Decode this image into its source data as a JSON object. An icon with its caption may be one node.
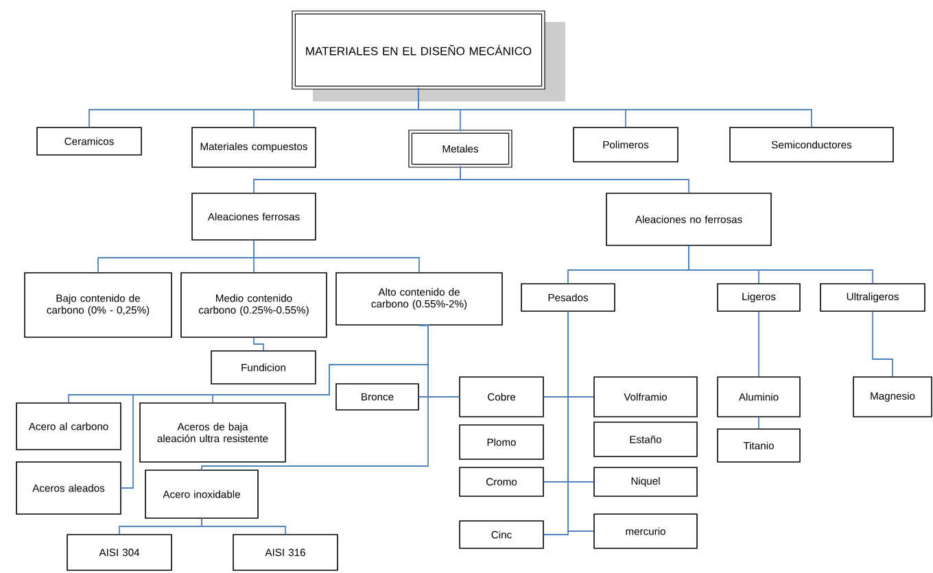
{
  "diagram": {
    "nodes": [
      {
        "text": [
          "MATERIALES EN EL DISEÑO MECÁNICO"
        ]
      },
      {
        "text": [
          "Ceramicos"
        ]
      },
      {
        "text": [
          "Materiales compuestos"
        ]
      },
      {
        "text": [
          "Metales"
        ]
      },
      {
        "text": [
          "Polimeros"
        ]
      },
      {
        "text": [
          "Semiconductores"
        ]
      },
      {
        "text": [
          "Aleaciones ferrosas"
        ]
      },
      {
        "text": [
          "Aleaciones no ferrosas"
        ]
      },
      {
        "text": [
          "Bajo contenido de carbono (0% - 0,25%)"
        ]
      },
      {
        "text": [
          "Medio contenido carbono (0.25%-0.55%)"
        ]
      },
      {
        "text": [
          "Alto contenido de carbono (0.55%-2%)"
        ]
      },
      {
        "text": [
          "Pesados"
        ]
      },
      {
        "text": [
          "Ligeros"
        ]
      },
      {
        "text": [
          "Ultraligeros"
        ]
      },
      {
        "text": [
          "Fundicion"
        ]
      },
      {
        "text": [
          "Bronce"
        ]
      },
      {
        "text": [
          "Acero al carbono"
        ]
      },
      {
        "text": [
          "Aceros de baja aleación ultra resistente"
        ]
      },
      {
        "text": [
          "Aceros aleados"
        ]
      },
      {
        "text": [
          "Acero inoxidable"
        ]
      },
      {
        "text": [
          "AISI 304"
        ]
      },
      {
        "text": [
          "AISI 316"
        ]
      },
      {
        "text": [
          "Cobre"
        ]
      },
      {
        "text": [
          "Plomo"
        ]
      },
      {
        "text": [
          "Cromo"
        ]
      },
      {
        "text": [
          "Cinc"
        ]
      },
      {
        "text": [
          "Volframio"
        ]
      },
      {
        "text": [
          "Estaño"
        ]
      },
      {
        "text": [
          "Niquel"
        ]
      },
      {
        "text": [
          "mercurio"
        ]
      },
      {
        "text": [
          "Aluminio"
        ]
      },
      {
        "text": [
          "Titanio"
        ]
      },
      {
        "text": [
          "Magnesio"
        ]
      }
    ],
    "edges": [
      {
        "from": 0,
        "to": 1,
        "arrow": "none"
      },
      {
        "from": 0,
        "to": 2,
        "arrow": "none"
      },
      {
        "from": 0,
        "to": 3,
        "arrow": "none"
      },
      {
        "from": 0,
        "to": 4,
        "arrow": "none"
      },
      {
        "from": 0,
        "to": 5,
        "arrow": "none"
      },
      {
        "from": 3,
        "to": 6,
        "arrow": "none"
      },
      {
        "from": 3,
        "to": 7,
        "arrow": "none"
      },
      {
        "from": 6,
        "to": 8,
        "arrow": "none"
      },
      {
        "from": 6,
        "to": 9,
        "arrow": "none"
      },
      {
        "from": 6,
        "to": 10,
        "arrow": "none"
      },
      {
        "from": 7,
        "to": 11,
        "arrow": "none"
      },
      {
        "from": 7,
        "to": 12,
        "arrow": "none"
      },
      {
        "from": 7,
        "to": 13,
        "arrow": "none"
      },
      {
        "from": 9,
        "to": 14,
        "arrow": "none"
      },
      {
        "from": 10,
        "to": 15,
        "arrow": "none"
      },
      {
        "from": 10,
        "to": 16,
        "arrow": "none"
      },
      {
        "from": 10,
        "to": 17,
        "arrow": "none"
      },
      {
        "from": 10,
        "to": 18,
        "arrow": "none"
      },
      {
        "from": 10,
        "to": 19,
        "arrow": "none"
      },
      {
        "from": 19,
        "to": 20,
        "arrow": "none"
      },
      {
        "from": 19,
        "to": 21,
        "arrow": "none"
      },
      {
        "from": 15,
        "to": 22,
        "arrow": "none"
      },
      {
        "from": 11,
        "to": 22,
        "arrow": "none"
      },
      {
        "from": 11,
        "to": 26,
        "arrow": "none"
      },
      {
        "from": 11,
        "to": 24,
        "arrow": "none"
      },
      {
        "from": 11,
        "to": 28,
        "arrow": "none"
      },
      {
        "from": 11,
        "to": 25,
        "arrow": "none"
      },
      {
        "from": 11,
        "to": 29,
        "arrow": "none"
      },
      {
        "from": 12,
        "to": 30,
        "arrow": "none"
      },
      {
        "from": 30,
        "to": 31,
        "arrow": "none"
      },
      {
        "from": 13,
        "to": 32,
        "arrow": "none"
      }
    ]
  }
}
